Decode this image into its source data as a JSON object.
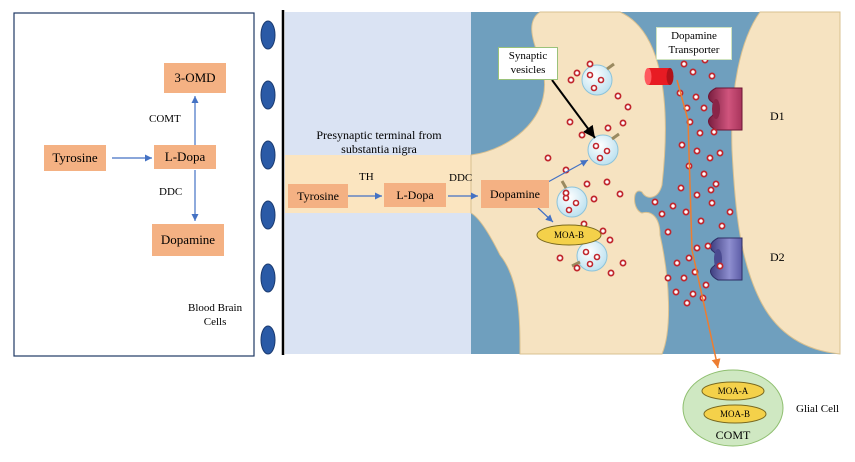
{
  "left_panel": {
    "boxes": {
      "omd": "3-OMD",
      "tyrosine": "Tyrosine",
      "ldopa": "L-Dopa",
      "dopamine": "Dopamine"
    },
    "enzymes": {
      "comt": "COMT",
      "ddc": "DDC"
    }
  },
  "bbb_label": [
    "Blood Brain",
    "Cells"
  ],
  "presynaptic": {
    "title": [
      "Presynaptic terminal from",
      "substantia nigra"
    ],
    "boxes": {
      "tyrosine": "Tyrosine",
      "ldopa": "L-Dopa",
      "dopamine": "Dopamine"
    },
    "enzymes": {
      "th": "TH",
      "ddc": "DDC"
    }
  },
  "synapse": {
    "vesicles_label": [
      "Synaptic",
      "vesicles"
    ],
    "transporter_label": [
      "Dopamine",
      "Transporter"
    ],
    "moa_b": "MOA-B",
    "d1": "D1",
    "d2": "D2"
  },
  "glial": {
    "label": "Glial Cell",
    "moa_a": "MOA-A",
    "moa_b": "MOA-B",
    "comt": "COMT"
  },
  "colors": {
    "substrate_box": "#f4b183",
    "synapse_bg": "#6f9fbe",
    "neuron_fill": "#f6e3c1",
    "presynaptic_panel": "#dae3f3",
    "bbb_cell": "#2a5aa6",
    "arrow": "#4472c4",
    "glial_fill": "#cfe8c2",
    "enzyme_fill": "#f4d14a",
    "transporter": "#e81b23",
    "d1_receptor": "#b03a63",
    "d2_receptor": "#6a6ab0",
    "dopamine_dot": "#c0262d",
    "uptake_arrow": "#ed7d31"
  }
}
